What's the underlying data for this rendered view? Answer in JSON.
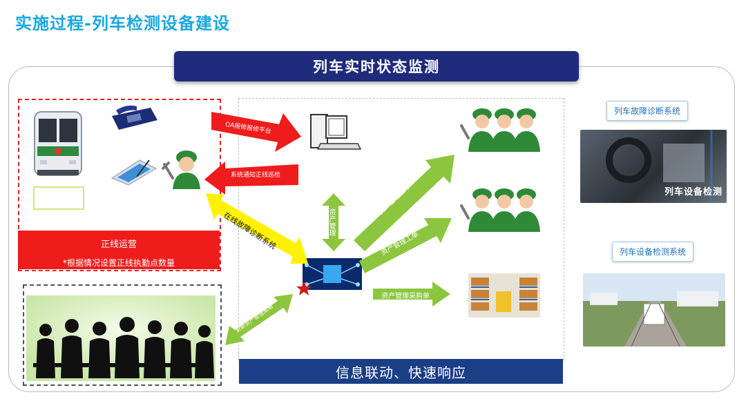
{
  "page": {
    "title": "实施过程-列车检测设备建设"
  },
  "banner": {
    "title": "列车实时状态监测"
  },
  "left_panel": {
    "bar_line1": "正线运营",
    "bar_line2": "*根据情况设置正线执勤点数量"
  },
  "arrows": {
    "oa_platform": "OA报修报修平台",
    "notify_inspection": "系统通知正线巡检",
    "online_diagnosis": "在线故障诊断系统",
    "asset_mgmt_vertical": "资产管理",
    "work_order_1": "资产管理工单",
    "work_order_2": "资产管理工单",
    "purchase_order": "资产管理采购单",
    "update_strategy": "更新资产管理策略"
  },
  "footer": {
    "text": "信息联动、快速响应"
  },
  "right_panel": {
    "fault_system_label": "列车故障诊断系统",
    "fault_photo_caption": "列车设备检测",
    "equipment_system_label": "列车设备检测系统"
  },
  "colors": {
    "title": "#19a7e0",
    "banner": "#1f2b7b",
    "red": "#ef1c1c",
    "green": "#8cc63f",
    "yellow": "#ffff00",
    "footer": "#1a3f86"
  }
}
